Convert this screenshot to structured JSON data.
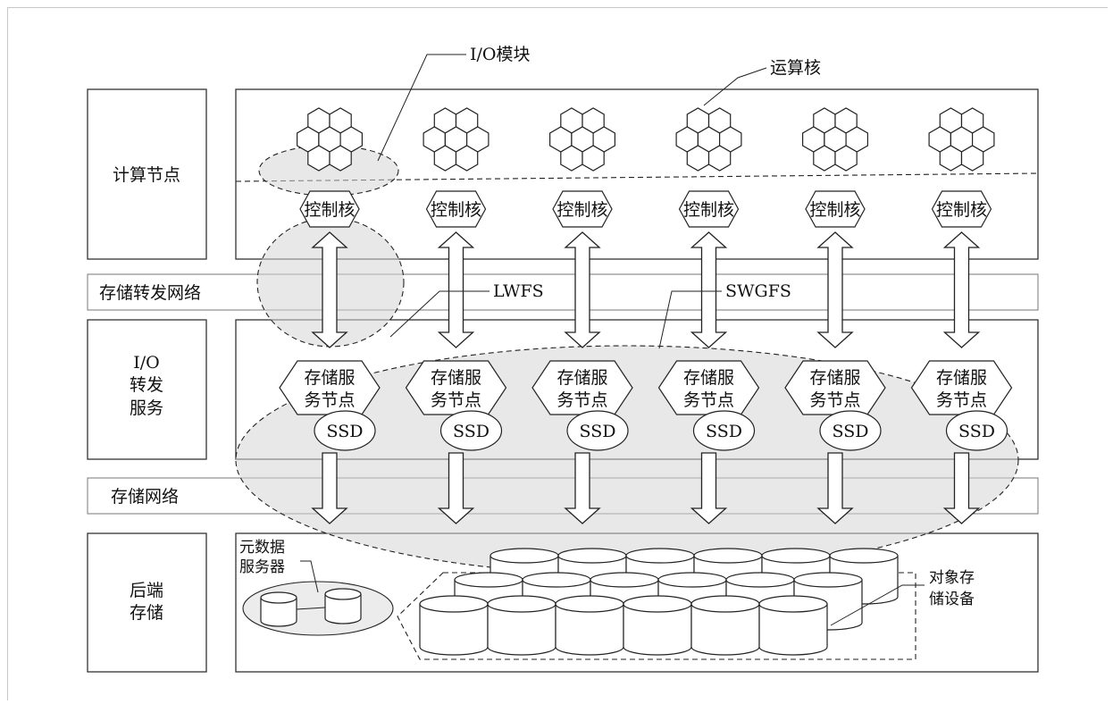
{
  "rows": {
    "compute": "计算节点",
    "forward_net": "存储转发网络",
    "io_line1": "I/O",
    "io_line2": "转发",
    "io_line3": "服务",
    "storage_net": "存储网络",
    "backend_line1": "后端",
    "backend_line2": "存储"
  },
  "callouts": {
    "io_module": "I/O模块",
    "compute_core": "运算核",
    "lwfs": "LWFS",
    "swgfs": "SWGFS",
    "meta_line1": "元数据",
    "meta_line2": "服务器",
    "obj_line1": "对象存",
    "obj_line2": "储设备"
  },
  "node_labels": {
    "control_core": "控制核",
    "storage_service_line1": "存储服",
    "storage_service_line2": "务节点",
    "ssd": "SSD"
  },
  "node_count": 6
}
